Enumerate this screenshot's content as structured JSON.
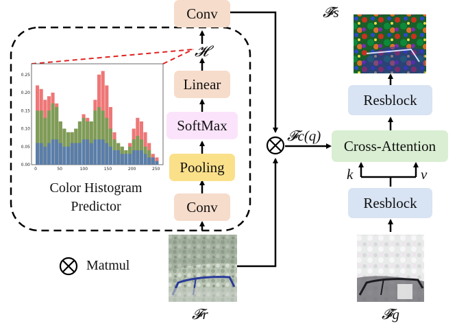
{
  "blocks": {
    "conv_top": "Conv",
    "linear": "Linear",
    "softmax": "SoftMax",
    "pooling": "Pooling",
    "conv_bottom": "Conv",
    "resblock_top": "Resblock",
    "cross_attention": "Cross-Attention",
    "resblock_bottom": "Resblock"
  },
  "symbols": {
    "histogram": "𝓗",
    "feature_s": "𝓕̂s",
    "feature_c": "𝓕c(q)",
    "feature_r": "𝓕r",
    "feature_g": "𝓕̂g",
    "key": "k",
    "value": "v",
    "matmul_symbol": "⊗"
  },
  "captions": {
    "predictor_line1": "Color Histogram",
    "predictor_line2": "Predictor",
    "legend_matmul": "Matmul"
  },
  "chart_data": {
    "type": "bar",
    "title": "",
    "xlabel": "",
    "ylabel": "",
    "xlim": [
      0,
      256
    ],
    "ylim": [
      0,
      0.28
    ],
    "xticks": [
      0,
      50,
      100,
      150,
      200,
      250
    ],
    "yticks": [
      "0.00",
      "0.05",
      "0.10",
      "0.15",
      "0.20",
      "0.25"
    ],
    "x": [
      0,
      8,
      16,
      24,
      32,
      40,
      48,
      56,
      64,
      72,
      80,
      88,
      96,
      104,
      112,
      120,
      128,
      136,
      144,
      152,
      160,
      168,
      176,
      184,
      192,
      200,
      208,
      216,
      224,
      232,
      240,
      248
    ],
    "series": [
      {
        "color": "#e84a4a",
        "values": [
          0.22,
          0.21,
          0.18,
          0.19,
          0.2,
          0.17,
          0.12,
          0.1,
          0.09,
          0.09,
          0.1,
          0.12,
          0.14,
          0.13,
          0.12,
          0.18,
          0.25,
          0.26,
          0.22,
          0.16,
          0.09,
          0.06,
          0.05,
          0.04,
          0.06,
          0.1,
          0.13,
          0.12,
          0.09,
          0.06,
          0.03,
          0.02
        ]
      },
      {
        "color": "#58a84c",
        "values": [
          0.15,
          0.15,
          0.13,
          0.15,
          0.17,
          0.16,
          0.12,
          0.1,
          0.09,
          0.09,
          0.1,
          0.12,
          0.13,
          0.12,
          0.12,
          0.15,
          0.16,
          0.15,
          0.13,
          0.1,
          0.07,
          0.06,
          0.05,
          0.04,
          0.05,
          0.07,
          0.08,
          0.07,
          0.05,
          0.04,
          0.02,
          0.01
        ]
      },
      {
        "color": "#4f74c4",
        "values": [
          0.06,
          0.06,
          0.05,
          0.06,
          0.07,
          0.07,
          0.06,
          0.05,
          0.05,
          0.06,
          0.06,
          0.06,
          0.07,
          0.07,
          0.06,
          0.07,
          0.07,
          0.07,
          0.06,
          0.05,
          0.04,
          0.04,
          0.03,
          0.03,
          0.03,
          0.04,
          0.04,
          0.04,
          0.03,
          0.02,
          0.02,
          0.01
        ]
      }
    ]
  },
  "colors": {
    "conv": "#f6dccb",
    "linear": "#f6dccb",
    "softmax": "#fbe4fb",
    "pooling": "#fbe08a",
    "resblock": "#d8e3f3",
    "cross_attention": "#d9eed2"
  }
}
